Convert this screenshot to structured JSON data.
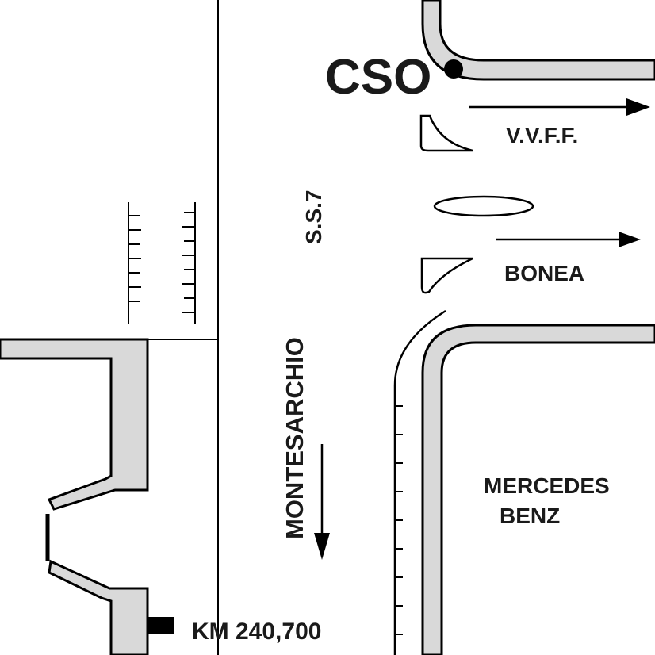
{
  "map": {
    "labels": {
      "cso": "CSO",
      "vvff": "V.V.F.F.",
      "bonea": "BONEA",
      "ss7": "S.S.7",
      "montesarchio": "MONTESARCHIO",
      "mercedes_line1": "MERCEDES",
      "mercedes_line2": "BENZ",
      "km": "KM 240,700"
    },
    "colors": {
      "road_band": "#d9d9d9",
      "line": "#000000",
      "text": "#1a1a1a",
      "background": "#ffffff"
    },
    "icons": [
      "arrow-right-icon",
      "arrow-right-icon",
      "arrow-down-icon",
      "dot-icon",
      "km-marker-icon"
    ]
  }
}
